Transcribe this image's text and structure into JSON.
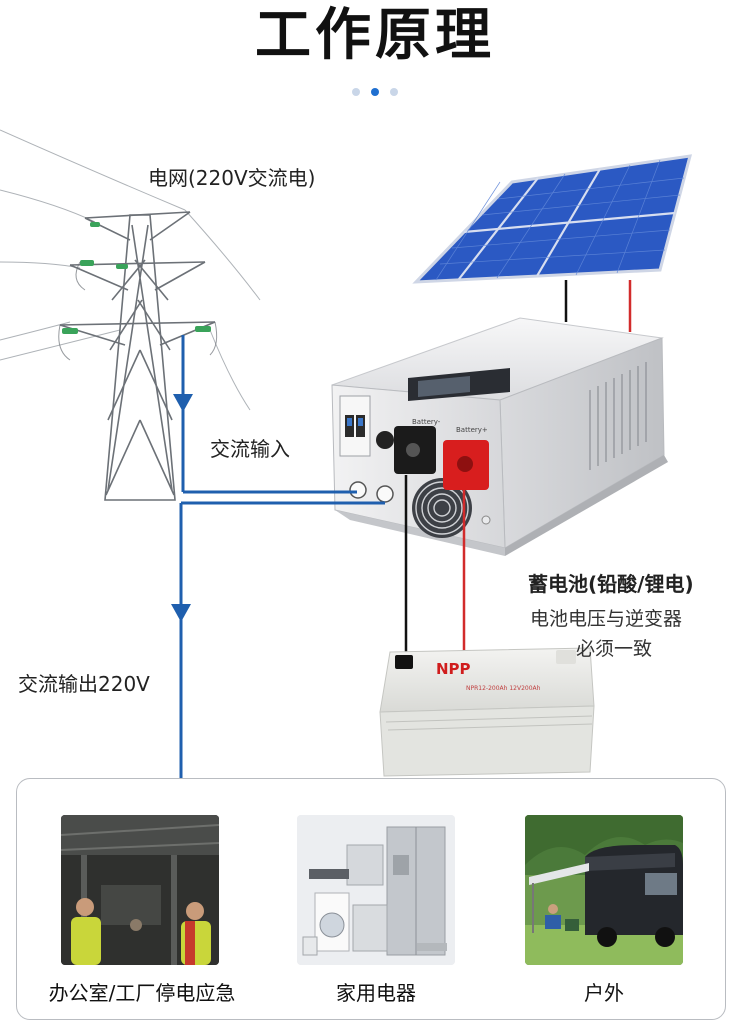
{
  "header": {
    "title": "工作原理",
    "carousel_dots": 3,
    "active_dot": 1
  },
  "diagram": {
    "grid_label": "电网(220V交流电)",
    "ac_input_label": "交流输入",
    "ac_output_label": "交流输出220V",
    "battery_title": "蓄电池(铅酸/锂电)",
    "battery_note_line1": "电池电压与逆变器",
    "battery_note_line2": "必须一致",
    "inverter_terminal_neg": "Battery-",
    "inverter_terminal_pos": "Battery+",
    "battery_brand": "NPP",
    "battery_model": "NPR12-200Ah 12V200Ah"
  },
  "applications": [
    {
      "label": "办公室/工厂停电应急",
      "icon": "factory-photo"
    },
    {
      "label": "家用电器",
      "icon": "appliances-photo"
    },
    {
      "label": "户外",
      "icon": "rv-camping-photo"
    }
  ],
  "colors": {
    "wire_blue": "#1f5fae",
    "wire_red": "#d22b2b",
    "terminal_red": "#d81e1e",
    "panel_blue": "#1d4fb5",
    "inverter_body": "#e9eaec",
    "dot_active": "#1f6fd0",
    "dot_inactive": "#c9d6e8"
  }
}
